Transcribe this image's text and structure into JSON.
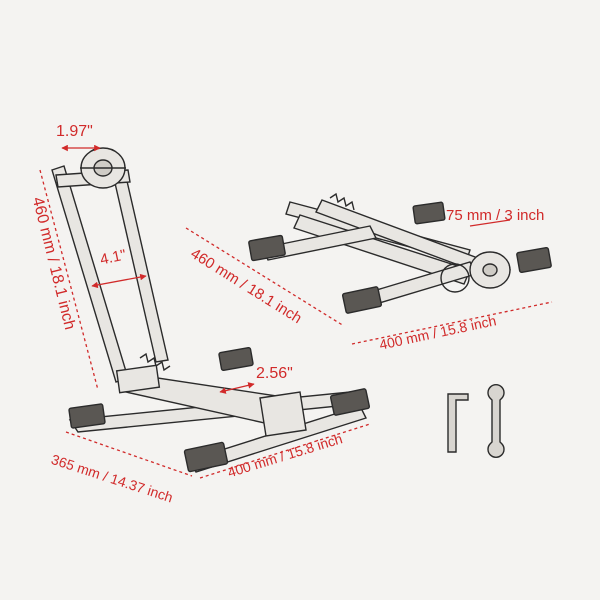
{
  "colors": {
    "ink": "#2b2b2b",
    "dimension": "#d12a2a",
    "background": "#f4f3f1"
  },
  "labels": {
    "wheel_slot_width": "1.97\"",
    "upright_height": "460 mm / 18.1 inch",
    "upright_gap": "4.1\"",
    "clamp_width": "2.56\"",
    "base_depth": "365 mm / 14.37 inch",
    "base_width": "400 mm / 15.8 inch",
    "folded_height": "75 mm / 3 inch",
    "folded_length": "460 mm / 18.1 inch",
    "folded_width": "400 mm / 15.8 inch"
  },
  "accessories": {
    "hex_key": "hex-key-icon",
    "wrench": "wrench-icon"
  }
}
